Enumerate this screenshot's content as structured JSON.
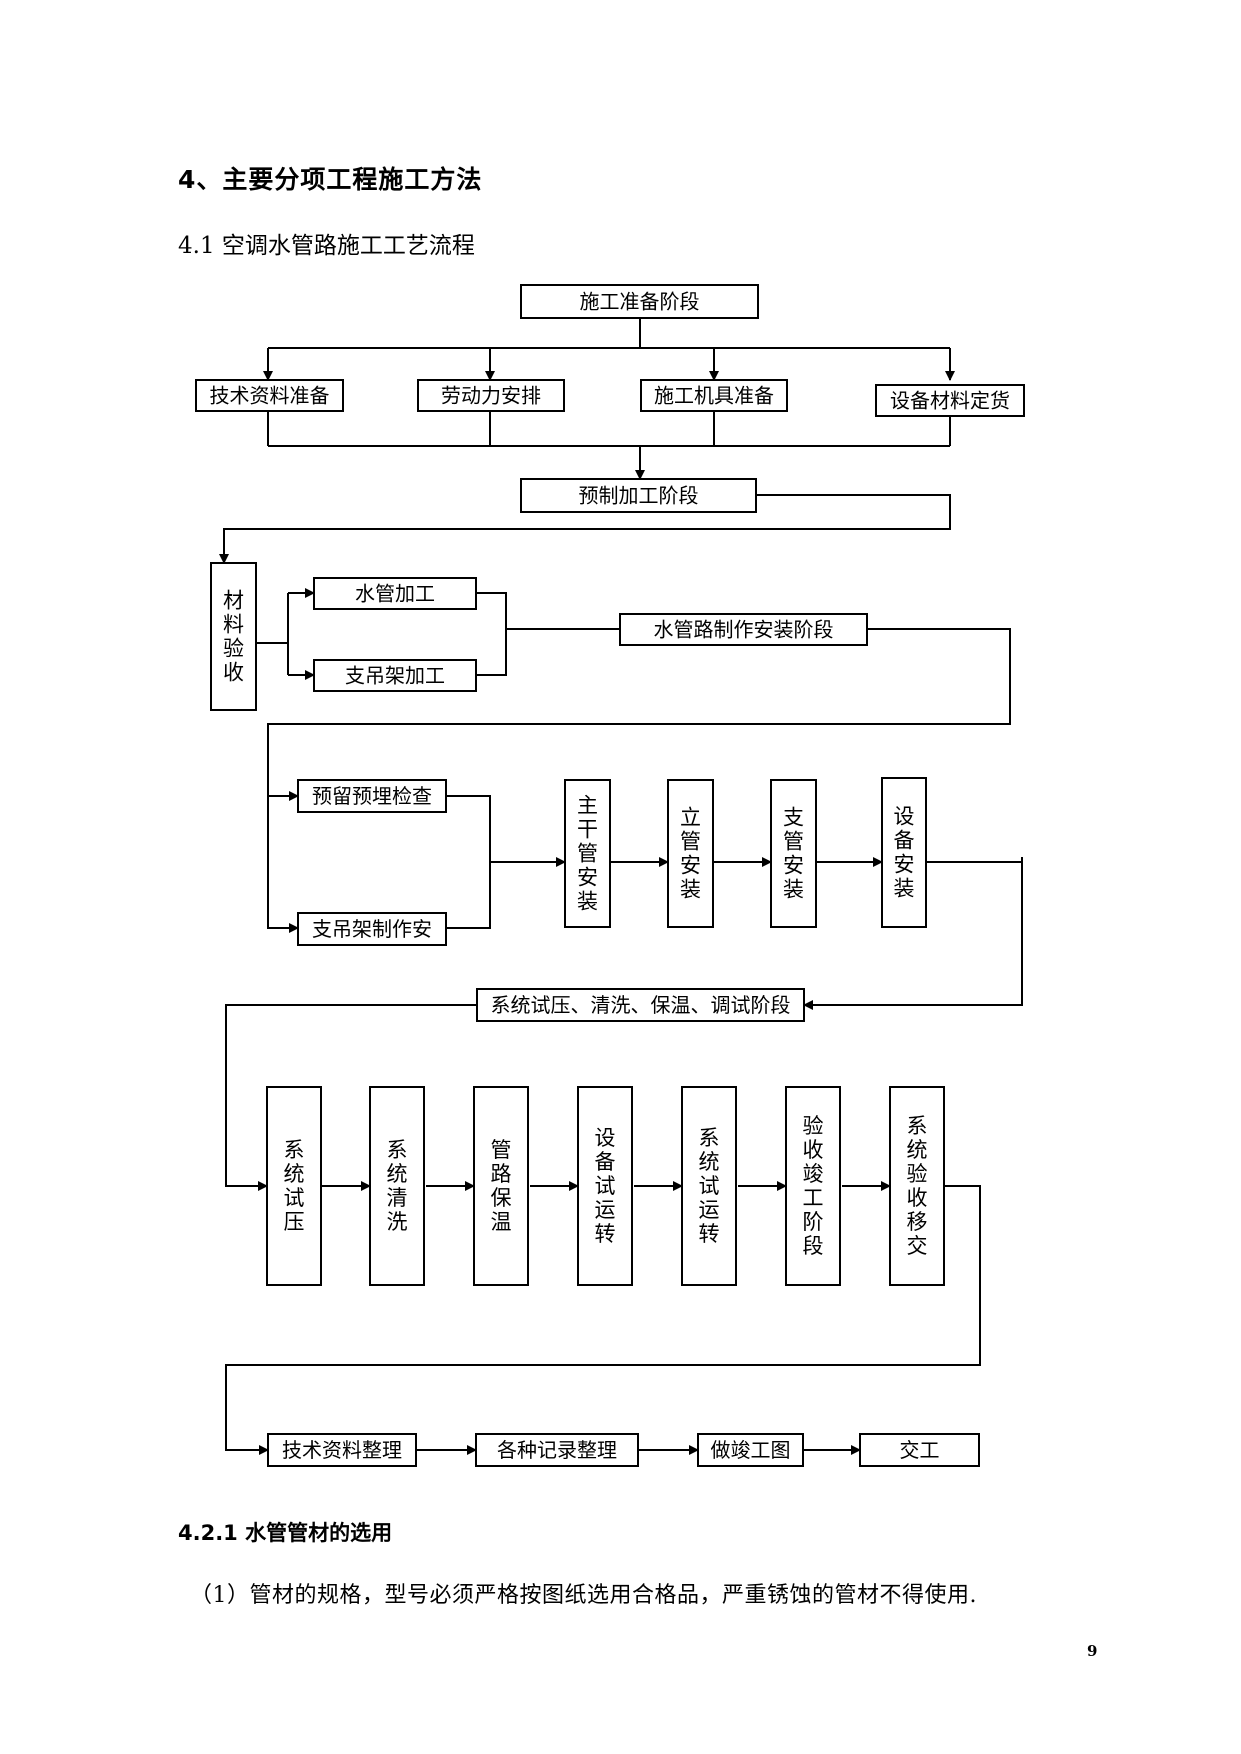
{
  "heading": "4、主要分项工程施工方法",
  "subheading": "4.1 空调水管路施工工艺流程",
  "flow": {
    "stage1": "施工准备阶段",
    "prep_items": [
      "技术资料准备",
      "劳动力安排",
      "施工机具准备",
      "设备材料定货"
    ],
    "stage2": "预制加工阶段",
    "material_check": "材料验收",
    "pipe_processing": "水管加工",
    "hanger_processing": "支吊架加工",
    "stage3": "水管路制作安装阶段",
    "embed_check": "预留预埋检查",
    "hanger_install": "支吊架制作安",
    "install_steps": [
      "主干管安装",
      "立管安装",
      "支管安装",
      "设备安装"
    ],
    "stage4": "系统试压、清洗、保温、调试阶段",
    "test_steps": [
      "系统试压",
      "系统清洗",
      "管路保温",
      "设备试运转",
      "系统试运转",
      "验收竣工阶段",
      "系统验收移交"
    ],
    "final_steps": [
      "技术资料整理",
      "各种记录整理",
      "做竣工图",
      "交工"
    ]
  },
  "section_title": "4.2.1 水管管材的选用",
  "paragraph": "（1）管材的规格，型号必须严格按图纸选用合格品，严重锈蚀的管材不得使用.",
  "page_number": "9"
}
